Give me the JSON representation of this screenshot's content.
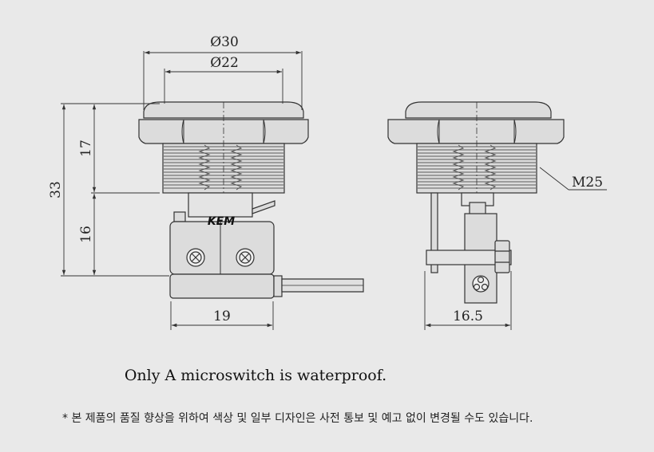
{
  "dimensions": {
    "outer_diameter": "Ø30",
    "inner_diameter": "Ø22",
    "total_height": "33",
    "upper_height": "17",
    "lower_height": "16",
    "switch_width": "19",
    "side_depth": "16.5",
    "thread": "M25"
  },
  "brand_mark": "KEM",
  "caption": "Only A microswitch is waterproof.",
  "notice": "* 본 제품의 품질 향상을 위하여 색상 및 일부 디자인은 사전 통보 및 예고 없이 변경될 수도 있습니다.",
  "colors": {
    "background": "#e9e9e9",
    "body_fill": "#dcdcdc",
    "line": "#333333",
    "spring": "#555555"
  }
}
